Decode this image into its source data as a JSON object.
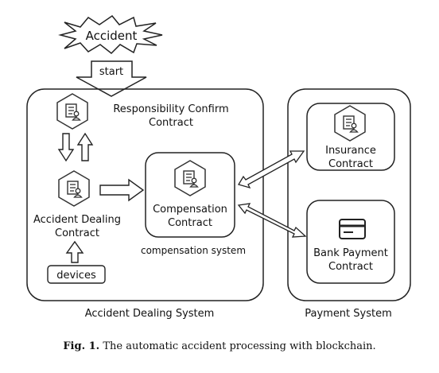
{
  "diagram": {
    "event": "Accident",
    "start_label": "start",
    "nodes": {
      "responsibility": [
        "Responsibility Confirm",
        "Contract"
      ],
      "accident_dealing": [
        "Accident Dealing",
        "Contract"
      ],
      "devices": "devices",
      "compensation": [
        "Compensation",
        "Contract"
      ],
      "insurance": [
        "Insurance",
        "Contract"
      ],
      "bank_payment": [
        "Bank Payment",
        "Contract"
      ]
    },
    "groups": {
      "compensation_system": "compensation system",
      "accident_dealing_system": "Accident Dealing System",
      "payment_system": "Payment System"
    }
  },
  "caption": {
    "label": "Fig. 1.",
    "text": "The automatic accident processing with blockchain."
  },
  "icons": {
    "contract": "document-person-icon",
    "payment": "credit-card-icon"
  }
}
